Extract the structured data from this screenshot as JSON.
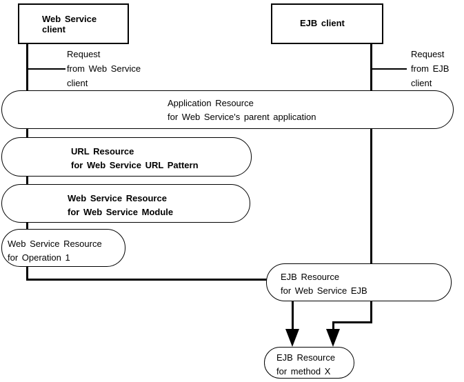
{
  "colors": {
    "ink": "#000000",
    "paper": "#ffffff"
  },
  "nodes": {
    "ws_client": "Web Service\nclient",
    "ejb_client": "EJB client",
    "app_resource": "Application Resource\nfor Web Service's parent application",
    "url_resource": "URL Resource\nfor Web Service URL Pattern",
    "ws_module_resource": "Web Service Resource\nfor Web Service Module",
    "operation_resource": "Web Service Resource\nfor Operation 1",
    "ejb_resource": "EJB Resource\nfor Web Service EJB",
    "method_resource": "EJB Resource\nfor method X"
  },
  "labels": {
    "ws_request": "Request\nfrom Web Service\nclient",
    "ejb_request": "Request\nfrom EJB\nclient"
  }
}
